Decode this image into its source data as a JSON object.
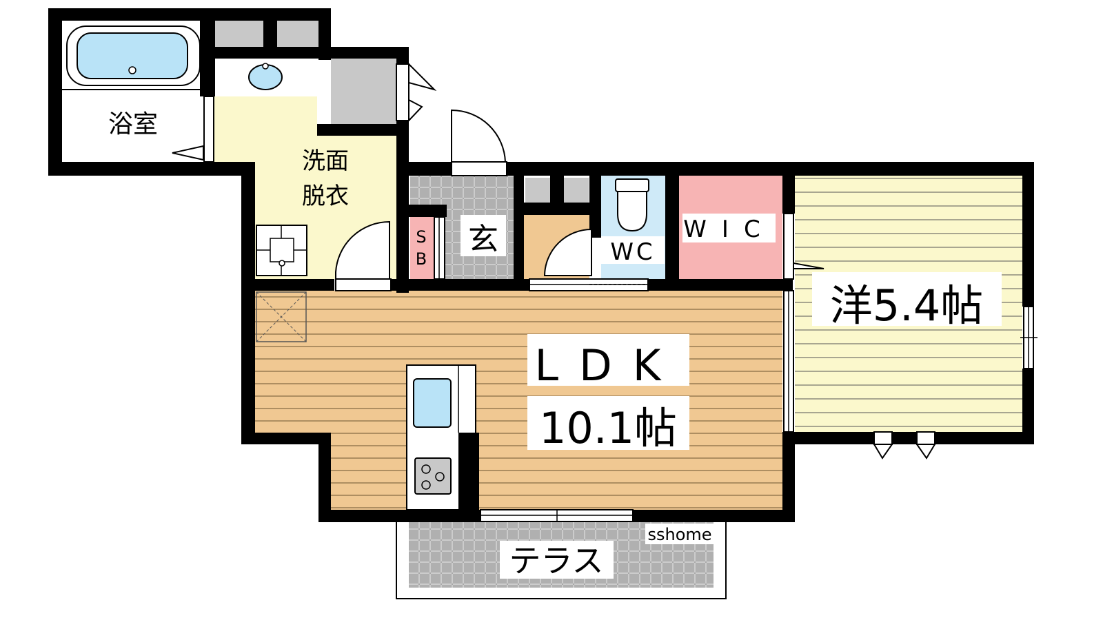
{
  "rooms": {
    "bath": "浴室",
    "washroom_line1": "洗面",
    "washroom_line2": "脱衣",
    "entrance": "玄",
    "shoebox_line1": "S",
    "shoebox_line2": "B",
    "wc": "WC",
    "wic": "WIC",
    "western": "洋5.4帖",
    "ldk_line1": "LDK",
    "ldk_line2": "10.1帖",
    "terrace": "テラス"
  },
  "watermark": "sshome",
  "colors": {
    "wall": "#000000",
    "bath_water": "#b9e3f7",
    "washroom_floor": "#fbf8cc",
    "wood_floor": "#f0c892",
    "western_floor": "#fbf8cc",
    "wic_floor": "#f7b4b4",
    "wc_floor": "#cfeaf8",
    "sb_floor": "#f7b4b4",
    "storage_gray": "#c8c8c8",
    "tile": "#b0b0b0"
  }
}
